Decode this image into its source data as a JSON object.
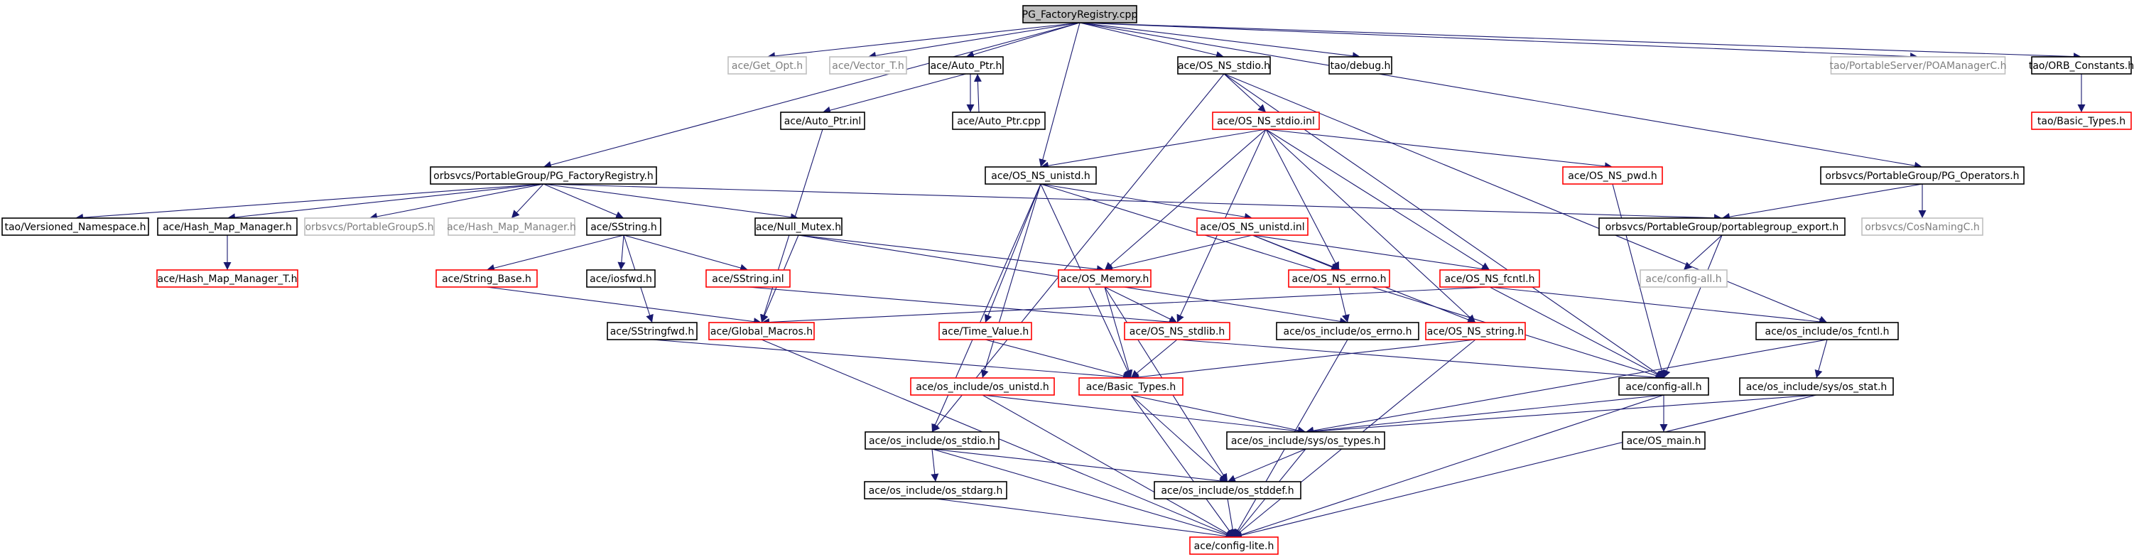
{
  "colors": {
    "edge": "#191970",
    "border_dark": "#000000",
    "border_red": "#ff0000",
    "border_gray": "#bfbfbf",
    "root_fill": "#bfbfbf"
  },
  "nodes": [
    {
      "id": "root",
      "label": "PG_FactoryRegistry.cpp",
      "style": "root"
    },
    {
      "id": "getopt",
      "label": "ace/Get_Opt.h",
      "style": "gray"
    },
    {
      "id": "vector",
      "label": "ace/Vector_T.h",
      "style": "gray"
    },
    {
      "id": "autoptr_h",
      "label": "ace/Auto_Ptr.h",
      "style": "dark"
    },
    {
      "id": "osnsstdio_h",
      "label": "ace/OS_NS_stdio.h",
      "style": "dark"
    },
    {
      "id": "debug",
      "label": "tao/debug.h",
      "style": "dark"
    },
    {
      "id": "poamgr",
      "label": "tao/PortableServer/POAManagerC.h",
      "style": "gray"
    },
    {
      "id": "orbconst",
      "label": "tao/ORB_Constants.h",
      "style": "dark"
    },
    {
      "id": "autoptr_cpp",
      "label": "ace/Auto_Ptr.cpp",
      "style": "dark"
    },
    {
      "id": "autoptr_inl",
      "label": "ace/Auto_Ptr.inl",
      "style": "dark"
    },
    {
      "id": "osnsstdio_inl",
      "label": "ace/OS_NS_stdio.inl",
      "style": "red"
    },
    {
      "id": "basictypes_tao",
      "label": "tao/Basic_Types.h",
      "style": "red"
    },
    {
      "id": "pgfr_h",
      "label": "orbsvcs/PortableGroup/PG_FactoryRegistry.h",
      "style": "dark"
    },
    {
      "id": "osnsunistd_h",
      "label": "ace/OS_NS_unistd.h",
      "style": "dark"
    },
    {
      "id": "osnspwd",
      "label": "ace/OS_NS_pwd.h",
      "style": "red"
    },
    {
      "id": "pgops",
      "label": "orbsvcs/PortableGroup/PG_Operators.h",
      "style": "dark"
    },
    {
      "id": "versioned",
      "label": "tao/Versioned_Namespace.h",
      "style": "dark"
    },
    {
      "id": "hashmap_h",
      "label": "ace/Hash_Map_Manager.h",
      "style": "dark"
    },
    {
      "id": "pgs",
      "label": "orbsvcs/PortableGroupS.h",
      "style": "gray"
    },
    {
      "id": "hashmap_h2",
      "label": "ace/Hash_Map_Manager.h",
      "style": "gray"
    },
    {
      "id": "sstring_h",
      "label": "ace/SString.h",
      "style": "dark"
    },
    {
      "id": "nullmutex",
      "label": "ace/Null_Mutex.h",
      "style": "dark"
    },
    {
      "id": "osnsunistd_inl",
      "label": "ace/OS_NS_unistd.inl",
      "style": "red"
    },
    {
      "id": "pgexport",
      "label": "orbsvcs/PortableGroup/portablegroup_export.h",
      "style": "dark"
    },
    {
      "id": "cosnaming",
      "label": "orbsvcs/CosNamingC.h",
      "style": "gray"
    },
    {
      "id": "hashmap_t",
      "label": "ace/Hash_Map_Manager_T.h",
      "style": "red"
    },
    {
      "id": "stringbase",
      "label": "ace/String_Base.h",
      "style": "red"
    },
    {
      "id": "iosfwd",
      "label": "ace/iosfwd.h",
      "style": "dark"
    },
    {
      "id": "sstring_inl",
      "label": "ace/SString.inl",
      "style": "red"
    },
    {
      "id": "osmemory",
      "label": "ace/OS_Memory.h",
      "style": "red"
    },
    {
      "id": "osnserrno",
      "label": "ace/OS_NS_errno.h",
      "style": "red"
    },
    {
      "id": "osnsfcntl",
      "label": "ace/OS_NS_fcntl.h",
      "style": "red"
    },
    {
      "id": "configall_gray",
      "label": "ace/config-all.h",
      "style": "gray"
    },
    {
      "id": "sstringfwd",
      "label": "ace/SStringfwd.h",
      "style": "dark"
    },
    {
      "id": "globalmacros",
      "label": "ace/Global_Macros.h",
      "style": "red"
    },
    {
      "id": "timevalue",
      "label": "ace/Time_Value.h",
      "style": "red"
    },
    {
      "id": "osnsstdlib",
      "label": "ace/OS_NS_stdlib.h",
      "style": "red"
    },
    {
      "id": "osinc_errno",
      "label": "ace/os_include/os_errno.h",
      "style": "dark"
    },
    {
      "id": "osnsstring",
      "label": "ace/OS_NS_string.h",
      "style": "red"
    },
    {
      "id": "osinc_fcntl",
      "label": "ace/os_include/os_fcntl.h",
      "style": "dark"
    },
    {
      "id": "osinc_unistd",
      "label": "ace/os_include/os_unistd.h",
      "style": "red"
    },
    {
      "id": "basictypes_ace",
      "label": "ace/Basic_Types.h",
      "style": "red"
    },
    {
      "id": "configall",
      "label": "ace/config-all.h",
      "style": "dark"
    },
    {
      "id": "osinc_stat",
      "label": "ace/os_include/sys/os_stat.h",
      "style": "dark"
    },
    {
      "id": "osinc_stdio",
      "label": "ace/os_include/os_stdio.h",
      "style": "dark"
    },
    {
      "id": "osinc_types",
      "label": "ace/os_include/sys/os_types.h",
      "style": "dark"
    },
    {
      "id": "osmain",
      "label": "ace/OS_main.h",
      "style": "dark"
    },
    {
      "id": "osinc_stdarg",
      "label": "ace/os_include/os_stdarg.h",
      "style": "dark"
    },
    {
      "id": "osinc_stddef",
      "label": "ace/os_include/os_stddef.h",
      "style": "dark"
    },
    {
      "id": "configlite",
      "label": "ace/config-lite.h",
      "style": "red"
    }
  ],
  "edges": [
    [
      "root",
      "getopt"
    ],
    [
      "root",
      "vector"
    ],
    [
      "root",
      "autoptr_h"
    ],
    [
      "root",
      "osnsstdio_h"
    ],
    [
      "root",
      "debug"
    ],
    [
      "root",
      "poamgr"
    ],
    [
      "root",
      "orbconst"
    ],
    [
      "root",
      "pgfr_h"
    ],
    [
      "root",
      "osnsunistd_h"
    ],
    [
      "root",
      "pgops"
    ],
    [
      "autoptr_h",
      "autoptr_inl"
    ],
    [
      "autoptr_h",
      "autoptr_cpp"
    ],
    [
      "autoptr_cpp",
      "autoptr_h"
    ],
    [
      "autoptr_inl",
      "globalmacros"
    ],
    [
      "osnsstdio_h",
      "osnsstdio_inl"
    ],
    [
      "osnsstdio_h",
      "osinc_stdio"
    ],
    [
      "osnsstdio_h",
      "configall"
    ],
    [
      "osnsstdio_h",
      "osinc_fcntl"
    ],
    [
      "orbconst",
      "basictypes_tao"
    ],
    [
      "osnsstdio_inl",
      "osnsunistd_h"
    ],
    [
      "osnsstdio_inl",
      "osnspwd"
    ],
    [
      "osnsstdio_inl",
      "osmemory"
    ],
    [
      "osnsstdio_inl",
      "osnserrno"
    ],
    [
      "osnsstdio_inl",
      "osnsfcntl"
    ],
    [
      "osnsstdio_inl",
      "osnsstdlib"
    ],
    [
      "osnsstdio_inl",
      "osnsstring"
    ],
    [
      "osnspwd",
      "configall"
    ],
    [
      "pgfr_h",
      "versioned"
    ],
    [
      "pgfr_h",
      "hashmap_h"
    ],
    [
      "pgfr_h",
      "pgs"
    ],
    [
      "pgfr_h",
      "hashmap_h2"
    ],
    [
      "pgfr_h",
      "sstring_h"
    ],
    [
      "pgfr_h",
      "nullmutex"
    ],
    [
      "pgfr_h",
      "pgexport"
    ],
    [
      "hashmap_h",
      "hashmap_t"
    ],
    [
      "sstring_h",
      "stringbase"
    ],
    [
      "sstring_h",
      "iosfwd"
    ],
    [
      "sstring_h",
      "sstring_inl"
    ],
    [
      "sstring_h",
      "sstringfwd"
    ],
    [
      "stringbase",
      "globalmacros"
    ],
    [
      "sstring_inl",
      "osnsstdlib"
    ],
    [
      "sstringfwd",
      "basictypes_ace"
    ],
    [
      "nullmutex",
      "osmemory"
    ],
    [
      "nullmutex",
      "globalmacros"
    ],
    [
      "nullmutex",
      "osinc_errno"
    ],
    [
      "osnsunistd_h",
      "osnsunistd_inl"
    ],
    [
      "osnsunistd_h",
      "timevalue"
    ],
    [
      "osnsunistd_h",
      "basictypes_ace"
    ],
    [
      "osnsunistd_h",
      "osinc_unistd"
    ],
    [
      "osnsunistd_h",
      "osinc_stdio"
    ],
    [
      "osnsunistd_h",
      "configall"
    ],
    [
      "osnsunistd_inl",
      "osmemory"
    ],
    [
      "osnsunistd_inl",
      "osnserrno"
    ],
    [
      "osnsunistd_inl",
      "osnsfcntl"
    ],
    [
      "osnsunistd_inl",
      "osnsstring"
    ],
    [
      "osmemory",
      "osnsstdlib"
    ],
    [
      "osmemory",
      "basictypes_ace"
    ],
    [
      "osmemory",
      "osinc_stddef"
    ],
    [
      "osnserrno",
      "osinc_errno"
    ],
    [
      "osnsfcntl",
      "globalmacros"
    ],
    [
      "osnsfcntl",
      "osinc_fcntl"
    ],
    [
      "osnsfcntl",
      "configall"
    ],
    [
      "globalmacros",
      "configlite"
    ],
    [
      "timevalue",
      "basictypes_ace"
    ],
    [
      "osnsstdlib",
      "basictypes_ace"
    ],
    [
      "osnsstdlib",
      "configall"
    ],
    [
      "osinc_errno",
      "configlite"
    ],
    [
      "osnsstring",
      "basictypes_ace"
    ],
    [
      "osnsstring",
      "configlite"
    ],
    [
      "osinc_fcntl",
      "osinc_stat"
    ],
    [
      "osinc_fcntl",
      "osinc_types"
    ],
    [
      "osinc_unistd",
      "osinc_types"
    ],
    [
      "osinc_unistd",
      "configlite"
    ],
    [
      "basictypes_ace",
      "osinc_types"
    ],
    [
      "basictypes_ace",
      "osinc_stddef"
    ],
    [
      "basictypes_ace",
      "configlite"
    ],
    [
      "configall",
      "osmain"
    ],
    [
      "configall",
      "configlite"
    ],
    [
      "configall",
      "osinc_types"
    ],
    [
      "osinc_stat",
      "osinc_types"
    ],
    [
      "osinc_stat",
      "configlite"
    ],
    [
      "osinc_stdio",
      "osinc_stdarg"
    ],
    [
      "osinc_stdio",
      "osinc_stddef"
    ],
    [
      "osinc_stdio",
      "configlite"
    ],
    [
      "osinc_types",
      "osinc_stddef"
    ],
    [
      "osinc_types",
      "configlite"
    ],
    [
      "osinc_stdarg",
      "configlite"
    ],
    [
      "osinc_stddef",
      "configlite"
    ],
    [
      "pgops",
      "pgexport"
    ],
    [
      "pgops",
      "cosnaming"
    ],
    [
      "pgexport",
      "configall_gray"
    ],
    [
      "pgexport",
      "configall"
    ]
  ]
}
